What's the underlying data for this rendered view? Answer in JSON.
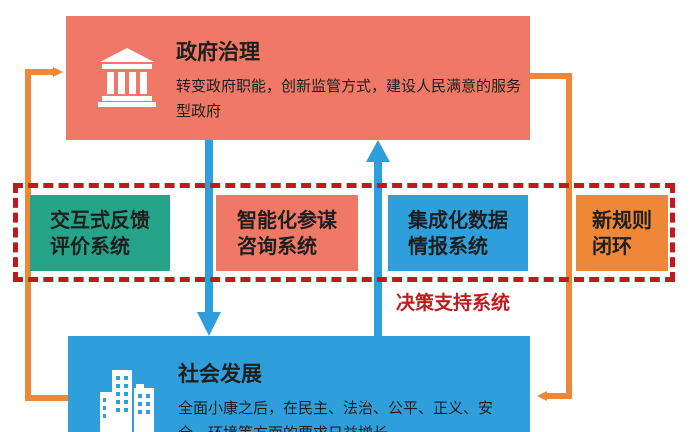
{
  "colors": {
    "gov_panel": "#ef7866",
    "society_panel": "#2f9fdb",
    "feedback_module": "#26a48a",
    "consulting_module": "#ef7866",
    "intel_module": "#2f9fdb",
    "rules_module": "#ee8737",
    "dashed_border": "#c01a1f",
    "loop_arrow": "#ee8737"
  },
  "icons": {
    "government": "government-building-icon",
    "society": "city-buildings-icon"
  },
  "government": {
    "title": "政府治理",
    "description": "转变政府职能，创新监管方式，建设人民满意的服务型政府"
  },
  "modules": [
    {
      "line1": "交互式反馈",
      "line2": "评价系统"
    },
    {
      "line1": "智能化参谋",
      "line2": "咨询系统"
    },
    {
      "line1": "集成化数据",
      "line2": "情报系统"
    },
    {
      "line1": "新规则",
      "line2": "闭环"
    }
  ],
  "decision_support_label": "决策支持系统",
  "society": {
    "title": "社会发展",
    "description": "全面小康之后，在民主、法治、公平、正义、安全、环境等方面的要求日益增长"
  }
}
